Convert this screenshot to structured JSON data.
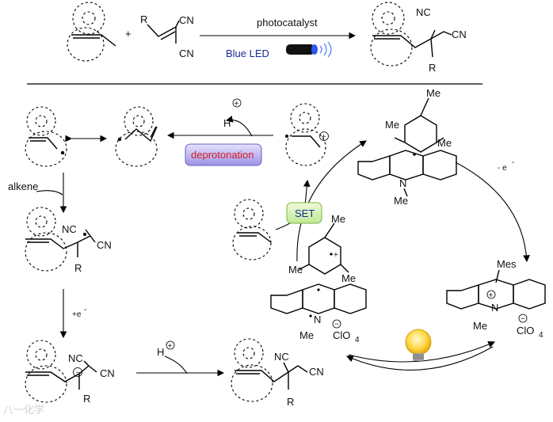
{
  "top_scheme": {
    "condition_above": "photocatalyst",
    "condition_below": "Blue LED",
    "plus": "+",
    "r_label": "R",
    "cn_label": "CN",
    "nc_label": "NC"
  },
  "mechanism": {
    "deprotonation_label": "deprotonation",
    "h_plus": "H",
    "alkene_label": "alkene",
    "plus_e": "+e",
    "minus_e": "- e",
    "set_label": "SET",
    "me_label": "Me",
    "mes_label": "Mes",
    "n_label": "N",
    "clo4_label": "ClO",
    "clo4_sub": "4",
    "r_label": "R",
    "nc_label": "NC",
    "cn_label": "CN"
  },
  "watermark": "八一化学"
}
